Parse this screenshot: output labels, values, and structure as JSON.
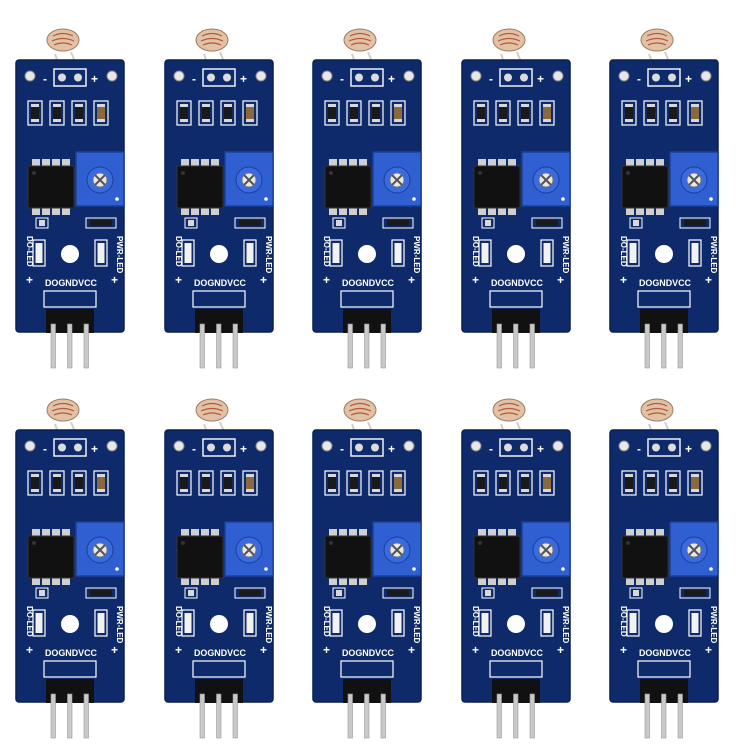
{
  "product": {
    "module_count": 10,
    "layout": {
      "rows": 2,
      "columns": 5
    },
    "colors": {
      "background": "#ffffff",
      "pcb": "#0e2a6b",
      "pcb_edge": "#0a1f52",
      "potentiometer": "#2f5fd0",
      "silkscreen": "#ffffff",
      "pins": "#c9c9c9",
      "pin_housing": "#111111",
      "photoresistor": "#d8b79a",
      "photoresistor_track": "#b25b3c"
    },
    "silkscreen": {
      "minus": "-",
      "plus": "+",
      "do_led": "DO-LED",
      "pwr_led": "PWR-LED",
      "pins_label": "DOGNDVCC",
      "do_plus": "+",
      "pwr_plus": "+"
    }
  }
}
